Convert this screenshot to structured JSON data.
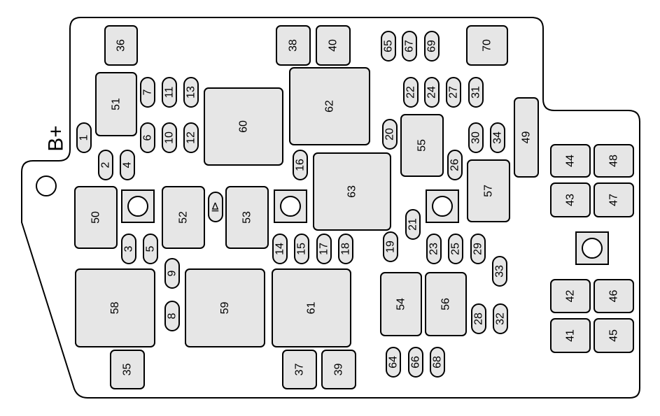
{
  "terminal_label": "B+",
  "diode_symbol": "⧐",
  "relays": [
    {
      "id": "r36",
      "label": "36"
    },
    {
      "id": "r38",
      "label": "38"
    },
    {
      "id": "r40",
      "label": "40"
    },
    {
      "id": "r70",
      "label": "70"
    },
    {
      "id": "r51",
      "label": "51"
    },
    {
      "id": "r60",
      "label": "60"
    },
    {
      "id": "r62",
      "label": "62"
    },
    {
      "id": "r55",
      "label": "55"
    },
    {
      "id": "r49",
      "label": "49"
    },
    {
      "id": "r63",
      "label": "63"
    },
    {
      "id": "r57",
      "label": "57"
    },
    {
      "id": "r44",
      "label": "44"
    },
    {
      "id": "r48",
      "label": "48"
    },
    {
      "id": "r43",
      "label": "43"
    },
    {
      "id": "r47",
      "label": "47"
    },
    {
      "id": "r50",
      "label": "50"
    },
    {
      "id": "r52",
      "label": "52"
    },
    {
      "id": "r53",
      "label": "53"
    },
    {
      "id": "r58",
      "label": "58"
    },
    {
      "id": "r59",
      "label": "59"
    },
    {
      "id": "r61",
      "label": "61"
    },
    {
      "id": "r54",
      "label": "54"
    },
    {
      "id": "r56",
      "label": "56"
    },
    {
      "id": "r42",
      "label": "42"
    },
    {
      "id": "r46",
      "label": "46"
    },
    {
      "id": "r41",
      "label": "41"
    },
    {
      "id": "r45",
      "label": "45"
    },
    {
      "id": "r35",
      "label": "35"
    },
    {
      "id": "r37",
      "label": "37"
    },
    {
      "id": "r39",
      "label": "39"
    }
  ],
  "fuses": [
    {
      "id": "f65",
      "label": "65"
    },
    {
      "id": "f67",
      "label": "67"
    },
    {
      "id": "f69",
      "label": "69"
    },
    {
      "id": "f7",
      "label": "7"
    },
    {
      "id": "f11",
      "label": "11"
    },
    {
      "id": "f13",
      "label": "13"
    },
    {
      "id": "f22",
      "label": "22"
    },
    {
      "id": "f24",
      "label": "24"
    },
    {
      "id": "f27",
      "label": "27"
    },
    {
      "id": "f31",
      "label": "31"
    },
    {
      "id": "f1",
      "label": "1"
    },
    {
      "id": "f6",
      "label": "6"
    },
    {
      "id": "f10",
      "label": "10"
    },
    {
      "id": "f12",
      "label": "12"
    },
    {
      "id": "f20",
      "label": "20"
    },
    {
      "id": "f30",
      "label": "30"
    },
    {
      "id": "f34",
      "label": "34"
    },
    {
      "id": "f2",
      "label": "2"
    },
    {
      "id": "f4",
      "label": "4"
    },
    {
      "id": "f16",
      "label": "16"
    },
    {
      "id": "f26",
      "label": "26"
    },
    {
      "id": "f21",
      "label": "21"
    },
    {
      "id": "f3",
      "label": "3"
    },
    {
      "id": "f5",
      "label": "5"
    },
    {
      "id": "f14",
      "label": "14"
    },
    {
      "id": "f15",
      "label": "15"
    },
    {
      "id": "f17",
      "label": "17"
    },
    {
      "id": "f18",
      "label": "18"
    },
    {
      "id": "f19",
      "label": "19"
    },
    {
      "id": "f23",
      "label": "23"
    },
    {
      "id": "f25",
      "label": "25"
    },
    {
      "id": "f29",
      "label": "29"
    },
    {
      "id": "f9",
      "label": "9"
    },
    {
      "id": "f33",
      "label": "33"
    },
    {
      "id": "f8",
      "label": "8"
    },
    {
      "id": "f28",
      "label": "28"
    },
    {
      "id": "f32",
      "label": "32"
    },
    {
      "id": "f64",
      "label": "64"
    },
    {
      "id": "f66",
      "label": "66"
    },
    {
      "id": "f68",
      "label": "68"
    }
  ]
}
